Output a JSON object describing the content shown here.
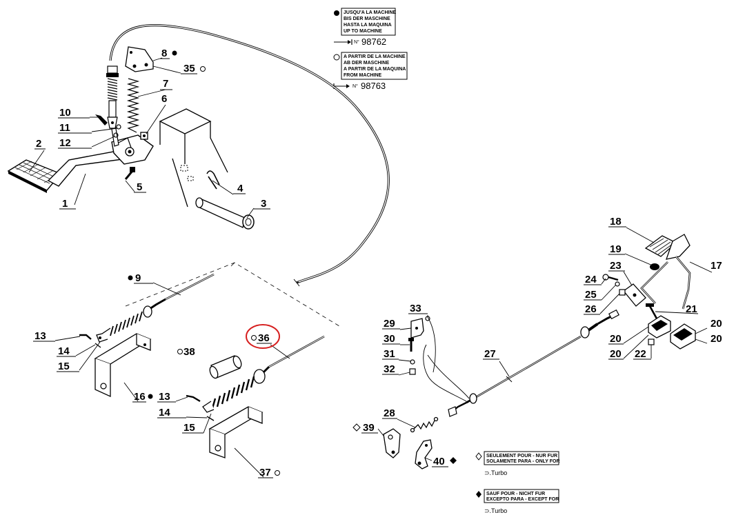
{
  "legend": {
    "up_to_machine": {
      "lines": [
        "JUSQU'A LA MACHINE",
        "BIS DER MASCHINE",
        "HASTA LA MAQUINA",
        "UP TO MACHINE"
      ],
      "serial_prefix": "N°",
      "serial": "98762"
    },
    "from_machine": {
      "lines": [
        "A PARTIR DE LA MACHINE",
        "AB DER MASCHINE",
        "A PARTIR DE LA MAQUINA",
        "FROM MACHINE"
      ],
      "serial_prefix": "N°",
      "serial": "98763"
    },
    "only_for": {
      "lines": [
        "SEULEMENT POUR - NUR FUR",
        "SOLAMENTE PARA - ONLY FOR"
      ],
      "variant": "⊃.Turbo"
    },
    "except_for": {
      "lines": [
        "SAUF POUR - NICHT FUR",
        "EXCEPTO PARA - EXCEPT FOR"
      ],
      "variant": "⊃.Turbo"
    }
  },
  "parts": {
    "p1": "1",
    "p2": "2",
    "p3": "3",
    "p4": "4",
    "p5": "5",
    "p6": "6",
    "p7": "7",
    "p8": "8",
    "p9": "9",
    "p10": "10",
    "p11": "11",
    "p12": "12",
    "p13a": "13",
    "p13b": "13",
    "p14a": "14",
    "p14b": "14",
    "p15a": "15",
    "p15b": "15",
    "p16": "16",
    "p17": "17",
    "p18": "18",
    "p19": "19",
    "p20a": "20",
    "p20b": "20",
    "p20c": "20",
    "p20d": "20",
    "p21": "21",
    "p22": "22",
    "p23": "23",
    "p24": "24",
    "p25": "25",
    "p26": "26",
    "p27": "27",
    "p28": "28",
    "p29": "29",
    "p30": "30",
    "p31": "31",
    "p32": "32",
    "p33": "33",
    "p35": "35",
    "p36": "36",
    "p37": "37",
    "p38": "38",
    "p39": "39",
    "p40": "40"
  },
  "highlight": {
    "part": "36",
    "color": "#d62020"
  }
}
